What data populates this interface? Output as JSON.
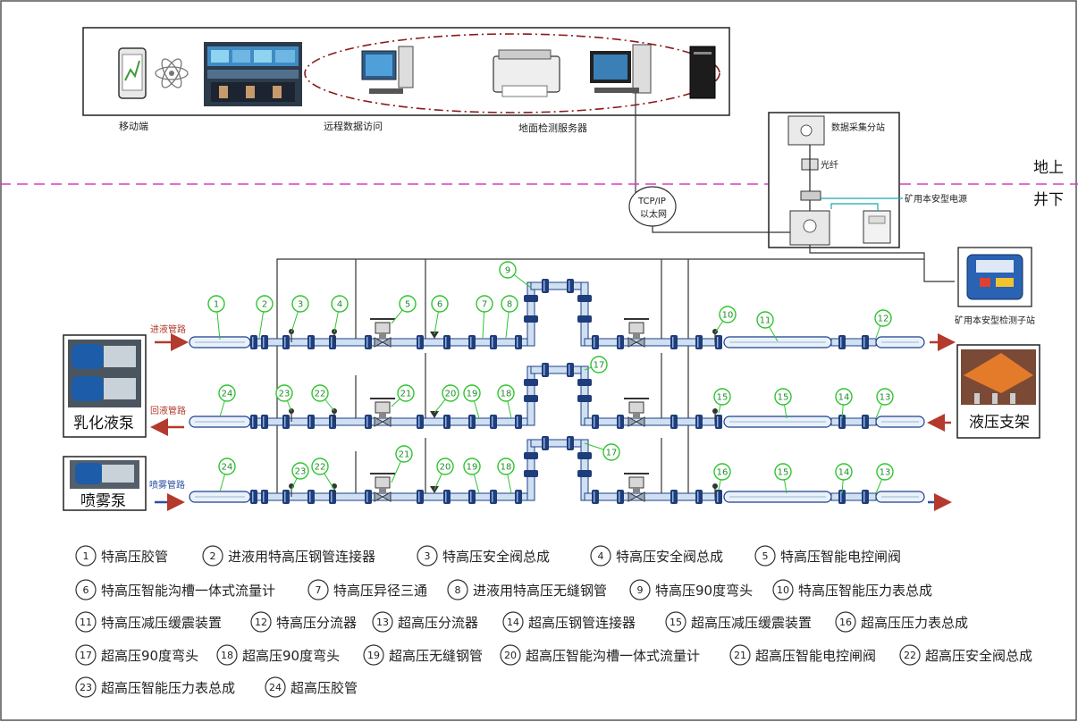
{
  "top": {
    "mobile_label": "移动端",
    "remote_label": "远程数据访问",
    "server_label": "地面检测服务器"
  },
  "station": {
    "collect_label": "数据采集分站",
    "fiber_label": "光纤",
    "power_label": "矿用本安型电源",
    "tcp_line1": "TCP/IP",
    "tcp_line2": "以太网",
    "monitor_label": "矿用本安型检测子站"
  },
  "zones": {
    "above": "地上",
    "below": "井下"
  },
  "lines": {
    "supply": "进液管路",
    "return": "回液管路",
    "spray": "喷雾管路"
  },
  "equipment": {
    "emulsion_pump": "乳化液泵",
    "spray_pump": "喷雾泵",
    "hydraulic_support": "液压支架"
  },
  "callouts": {
    "row1": [
      "1",
      "2",
      "3",
      "4",
      "5",
      "6",
      "7",
      "8",
      "9",
      "10",
      "11",
      "12"
    ],
    "row2": [
      "24",
      "23",
      "22",
      "21",
      "20",
      "19",
      "18",
      "17",
      "15",
      "15",
      "14",
      "13"
    ],
    "row3": [
      "24",
      "23",
      "22",
      "21",
      "20",
      "19",
      "18",
      "17",
      "16",
      "15",
      "14",
      "13"
    ]
  },
  "legend": [
    {
      "num": "1",
      "text": "特高压胶管"
    },
    {
      "num": "2",
      "text": "进液用特高压钢管连接器"
    },
    {
      "num": "3",
      "text": "特高压安全阀总成"
    },
    {
      "num": "4",
      "text": "特高压安全阀总成"
    },
    {
      "num": "5",
      "text": "特高压智能电控闸阀"
    },
    {
      "num": "6",
      "text": "特高压智能沟槽一体式流量计"
    },
    {
      "num": "7",
      "text": "特高压异径三通"
    },
    {
      "num": "8",
      "text": "进液用特高压无缝钢管"
    },
    {
      "num": "9",
      "text": "特高压90度弯头"
    },
    {
      "num": "10",
      "text": "特高压智能压力表总成"
    },
    {
      "num": "11",
      "text": "特高压减压缓震装置"
    },
    {
      "num": "12",
      "text": "特高压分流器"
    },
    {
      "num": "13",
      "text": "超高压分流器"
    },
    {
      "num": "14",
      "text": "超高压钢管连接器"
    },
    {
      "num": "15",
      "text": "超高压减压缓震装置"
    },
    {
      "num": "16",
      "text": "超高压压力表总成"
    },
    {
      "num": "17",
      "text": "超高压90度弯头"
    },
    {
      "num": "18",
      "text": "超高压90度弯头"
    },
    {
      "num": "19",
      "text": "超高压无缝钢管"
    },
    {
      "num": "20",
      "text": "超高压智能沟槽一体式流量计"
    },
    {
      "num": "21",
      "text": "超高压智能电控闸阀"
    },
    {
      "num": "22",
      "text": "超高压安全阀总成"
    },
    {
      "num": "23",
      "text": "超高压智能压力表总成"
    },
    {
      "num": "24",
      "text": "超高压胶管"
    }
  ],
  "colors": {
    "pipe": "#cfe0f2",
    "pipe_edge": "#1d3f8a",
    "connector": "#1f3d7a",
    "callout": "#2ec52e",
    "zone_line": "#d63fc6",
    "supply_arrow": "#b33a2c",
    "spray_arrow": "#2a4fa0"
  }
}
